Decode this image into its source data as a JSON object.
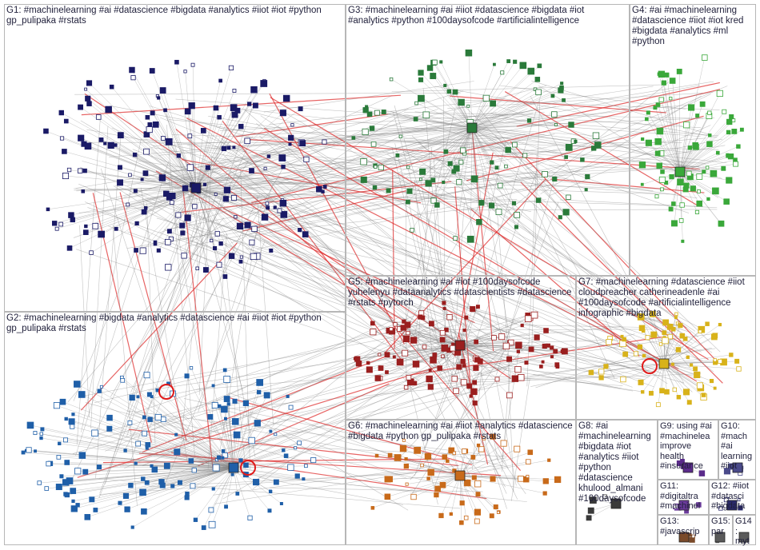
{
  "groups": [
    {
      "id": "G1",
      "label": "G1: #machinelearning #ai #datascience #bigdata #analytics #iiot #iot #python gp_pulipaka #rstats",
      "color": "#1a1a66",
      "nodes": 170
    },
    {
      "id": "G2",
      "label": "G2: #machinelearning #bigdata #analytics #datascience #ai #iiot #iot #python gp_pulipaka #rstats",
      "color": "#1f5fa8",
      "nodes": 150
    },
    {
      "id": "G3",
      "label": "G3: #machinelearning #ai #iiot #datascience #bigdata #iot #analytics #python #100daysofcode #artificialintelligence",
      "color": "#2a7a3a",
      "nodes": 110
    },
    {
      "id": "G4",
      "label": "G4: #ai #machinelearning #datascience #iiot #iot kred #bigdata #analytics #ml #python",
      "color": "#3aa83a",
      "nodes": 80
    },
    {
      "id": "G5",
      "label": "G5: #machinelearning #ai #iot #100daysofcode yuhelenyu #dataanalytics #datascientists #datascience #rstats #pytorch",
      "color": "#9a1f1f",
      "nodes": 110
    },
    {
      "id": "G6",
      "label": "G6: #machinelearning #ai #iiot #analytics #datascience #bigdata #python gp_pulipaka #rstats",
      "color": "#c86a1a",
      "nodes": 60
    },
    {
      "id": "G7",
      "label": "G7: #machinelearning #datascience #iiot cloudpreacher catherineadenle #ai #100daysofcode #artificialintelligence infographic #bigdata",
      "color": "#d8b21a",
      "nodes": 70
    },
    {
      "id": "G8",
      "label": "G8: #ai #machinelearning #bigdata #iot #analytics #iiot #python #datascience khulood_almani #100daysofcode",
      "color": "#3a3a3a",
      "nodes": 4
    },
    {
      "id": "G9",
      "label": "G9: using #ai #machinelea improve health #insurance",
      "color": "#5a2a8a",
      "nodes": 5
    },
    {
      "id": "G10",
      "label": "G10: #mach #ai learning #iiot",
      "color": "#4a4a8a",
      "nodes": 5
    },
    {
      "id": "G11",
      "label": "G11: #digitaltra #machinel",
      "color": "#6a3a9a",
      "nodes": 4
    },
    {
      "id": "G12",
      "label": "G12: #iiot #datasci #bigdata",
      "color": "#2a2a6a",
      "nodes": 4
    },
    {
      "id": "G13",
      "label": "G13: #javascrip",
      "color": "#7a4a2a",
      "nodes": 3
    },
    {
      "id": "G14",
      "label": "G14: myt",
      "color": "#5a5a5a",
      "nodes": 3
    },
    {
      "id": "G15",
      "label": "G15: par",
      "color": "#5a5a5a",
      "nodes": 3
    }
  ]
}
